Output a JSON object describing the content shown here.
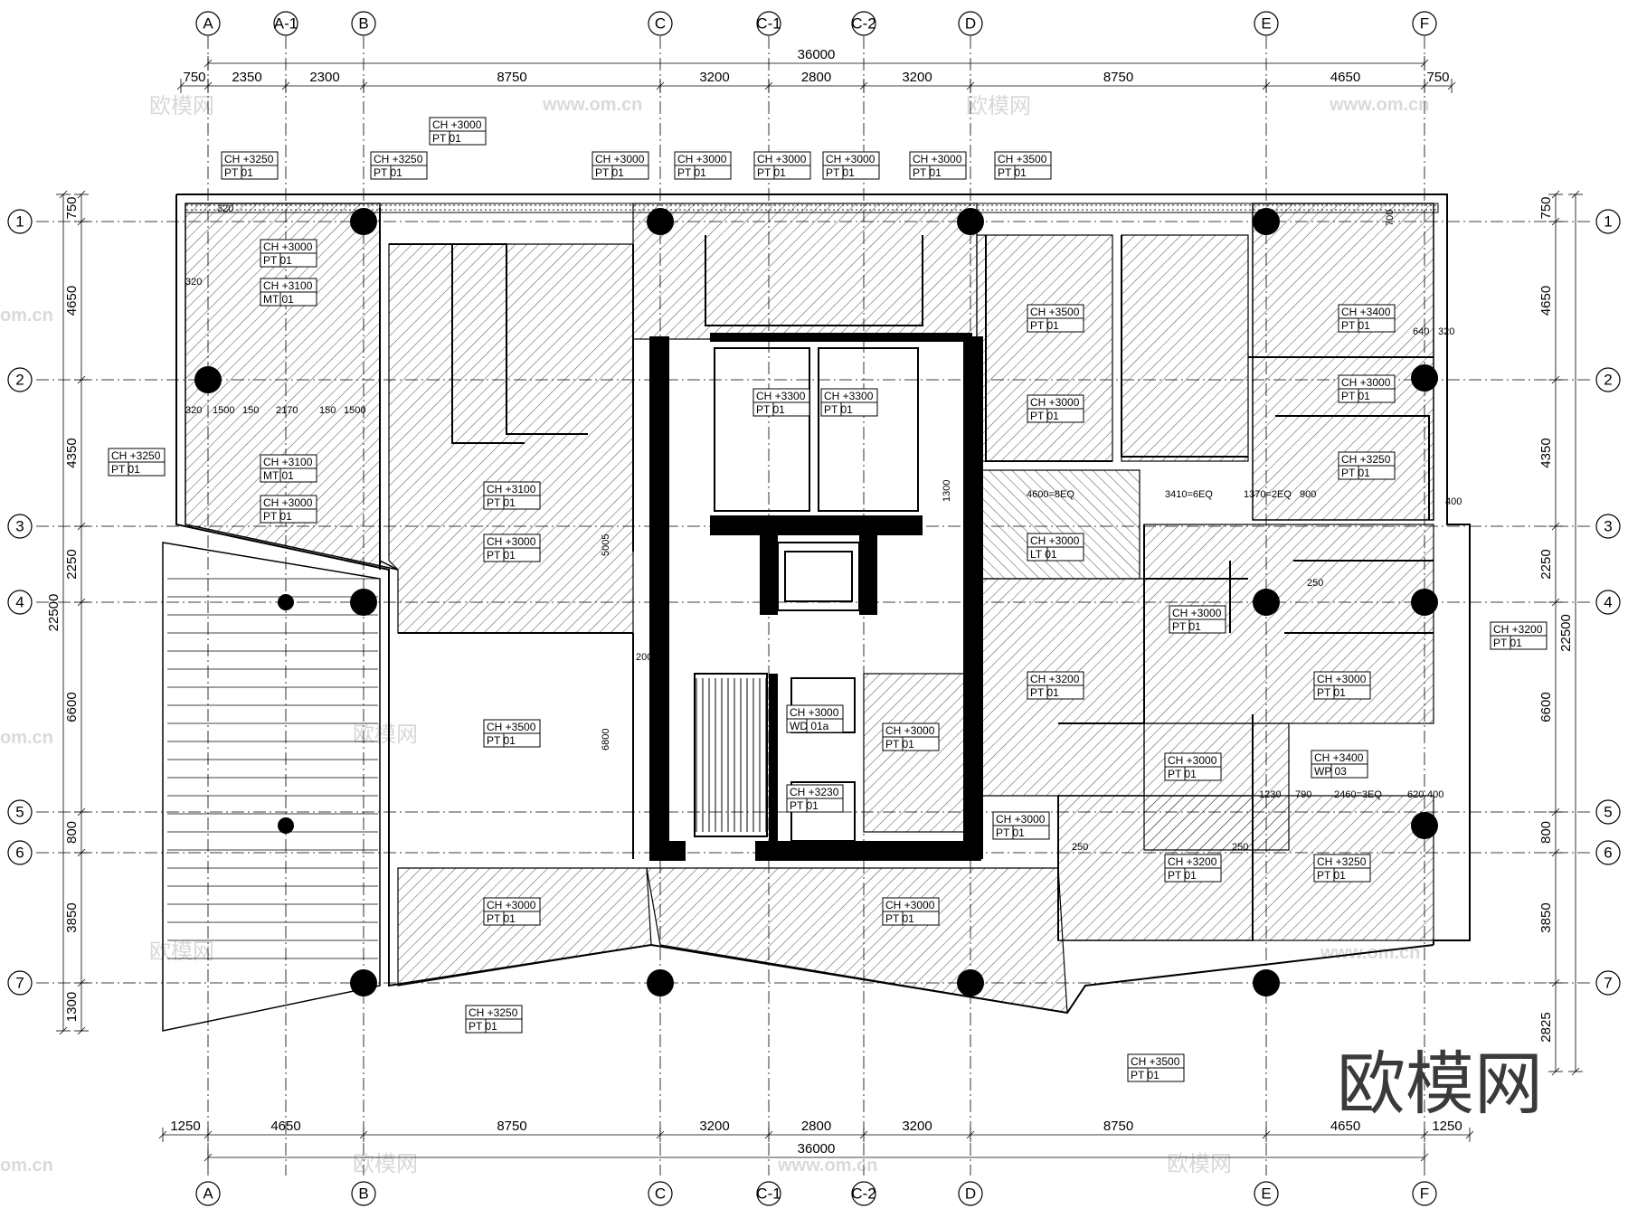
{
  "grid": {
    "cols_top": [
      {
        "id": "col-A",
        "label": "A"
      },
      {
        "id": "col-A1",
        "label": "A-1"
      },
      {
        "id": "col-B",
        "label": "B"
      },
      {
        "id": "col-C",
        "label": "C"
      },
      {
        "id": "col-C1",
        "label": "C-1"
      },
      {
        "id": "col-C2",
        "label": "C-2"
      },
      {
        "id": "col-D",
        "label": "D"
      },
      {
        "id": "col-E",
        "label": "E"
      },
      {
        "id": "col-F",
        "label": "F"
      }
    ],
    "cols_bottom": [
      {
        "id": "col-A",
        "label": "A"
      },
      {
        "id": "col-B",
        "label": "B"
      },
      {
        "id": "col-C",
        "label": "C"
      },
      {
        "id": "col-C1",
        "label": "C-1"
      },
      {
        "id": "col-C2",
        "label": "C-2"
      },
      {
        "id": "col-D",
        "label": "D"
      },
      {
        "id": "col-E",
        "label": "E"
      },
      {
        "id": "col-F",
        "label": "F"
      }
    ],
    "rows": [
      {
        "id": "row-1",
        "label": "1"
      },
      {
        "id": "row-2",
        "label": "2"
      },
      {
        "id": "row-3",
        "label": "3"
      },
      {
        "id": "row-4",
        "label": "4"
      },
      {
        "id": "row-5",
        "label": "5"
      },
      {
        "id": "row-6",
        "label": "6"
      },
      {
        "id": "row-7",
        "label": "7"
      }
    ]
  },
  "dimensions": {
    "top_total": "36000",
    "top_segments": [
      "750",
      "2350",
      "2300",
      "8750",
      "3200",
      "2800",
      "3200",
      "8750",
      "4650",
      "750"
    ],
    "bottom_total": "36000",
    "bottom_segments": [
      "1250",
      "4650",
      "8750",
      "3200",
      "2800",
      "3200",
      "8750",
      "4650",
      "1250"
    ],
    "left_total": "22500",
    "left_segments": [
      "750",
      "4650",
      "4350",
      "2250",
      "6600",
      "800",
      "3850",
      "1300"
    ],
    "right_total": "22500",
    "right_segments": [
      "750",
      "4650",
      "4350",
      "2250",
      "6600",
      "800",
      "3850",
      "2825"
    ]
  },
  "ceiling_tags": [
    {
      "ch": "CH +3250",
      "mat": "PT  01"
    },
    {
      "ch": "CH +3250",
      "mat": "PT  01"
    },
    {
      "ch": "CH +3000",
      "mat": "PT  01"
    },
    {
      "ch": "CH +3000",
      "mat": "PT  01"
    },
    {
      "ch": "CH +3000",
      "mat": "PT  01"
    },
    {
      "ch": "CH +3000",
      "mat": "PT  01"
    },
    {
      "ch": "CH +3000",
      "mat": "PT  01"
    },
    {
      "ch": "CH +3000",
      "mat": "PT  01"
    },
    {
      "ch": "CH +3500",
      "mat": "PT  01"
    },
    {
      "ch": "CH +3000",
      "mat": "PT  01"
    },
    {
      "ch": "CH +3100",
      "mat": "MT  01"
    },
    {
      "ch": "CH +3250",
      "mat": "PT  01"
    },
    {
      "ch": "CH +3100",
      "mat": "MT  01"
    },
    {
      "ch": "CH +3000",
      "mat": "PT  01"
    },
    {
      "ch": "CH +3100",
      "mat": "PT  01"
    },
    {
      "ch": "CH +3000",
      "mat": "PT  01"
    },
    {
      "ch": "CH +3300",
      "mat": "PT  01"
    },
    {
      "ch": "CH +3300",
      "mat": "PT  01"
    },
    {
      "ch": "CH +3500",
      "mat": "PT  01"
    },
    {
      "ch": "CH +3000",
      "mat": "PT  01"
    },
    {
      "ch": "CH +3400",
      "mat": "PT  01"
    },
    {
      "ch": "CH +3000",
      "mat": "PT  01"
    },
    {
      "ch": "CH +3250",
      "mat": "PT  01"
    },
    {
      "ch": "CH +3000",
      "mat": "LT  01"
    },
    {
      "ch": "CH +3000",
      "mat": "PT  01"
    },
    {
      "ch": "CH +3200",
      "mat": "PT  01"
    },
    {
      "ch": "CH +3000",
      "mat": "PT  01"
    },
    {
      "ch": "CH +3200",
      "mat": "PT  01"
    },
    {
      "ch": "CH +3500",
      "mat": "PT  01"
    },
    {
      "ch": "CH +3000",
      "mat": "WD  01a"
    },
    {
      "ch": "CH +3000",
      "mat": "PT  01"
    },
    {
      "ch": "CH +3230",
      "mat": "PT  01"
    },
    {
      "ch": "CH +3000",
      "mat": "PT  01"
    },
    {
      "ch": "CH +3400",
      "mat": "WP  03"
    },
    {
      "ch": "CH +3000",
      "mat": "PT  01"
    },
    {
      "ch": "CH +3200",
      "mat": "PT  01"
    },
    {
      "ch": "CH +3250",
      "mat": "PT  01"
    },
    {
      "ch": "CH +3000",
      "mat": "PT  01"
    },
    {
      "ch": "CH +3000",
      "mat": "PT  01"
    },
    {
      "ch": "CH +3250",
      "mat": "PT  01"
    },
    {
      "ch": "CH +3500",
      "mat": "PT  01"
    }
  ],
  "annotations": {
    "n320_a": "320",
    "n1500_a": "1500",
    "n150_a": "150",
    "n2170": "2170",
    "n150_b": "150",
    "n1500_b": "1500",
    "n320_b": "320",
    "n320_c": "320",
    "n4600": "4600=8EQ",
    "n3410": "3410=6EQ",
    "n1370": "1370=2EQ",
    "n900": "900",
    "n1300": "1300",
    "n5005": "5005",
    "n6800": "6800",
    "n200": "200",
    "n1230": "1230",
    "n790": "790",
    "n2460": "2460=3EQ",
    "n620": "620",
    "n400": "400",
    "n250_a": "250",
    "n250_b": "250",
    "n250_c": "250",
    "n700": "700",
    "n640": "640",
    "n320_d": "320",
    "n400_b": "400"
  },
  "watermarks": {
    "small": "欧模网",
    "url": "www.om.cn",
    "url_short": "om.cn",
    "big": "欧模网"
  }
}
